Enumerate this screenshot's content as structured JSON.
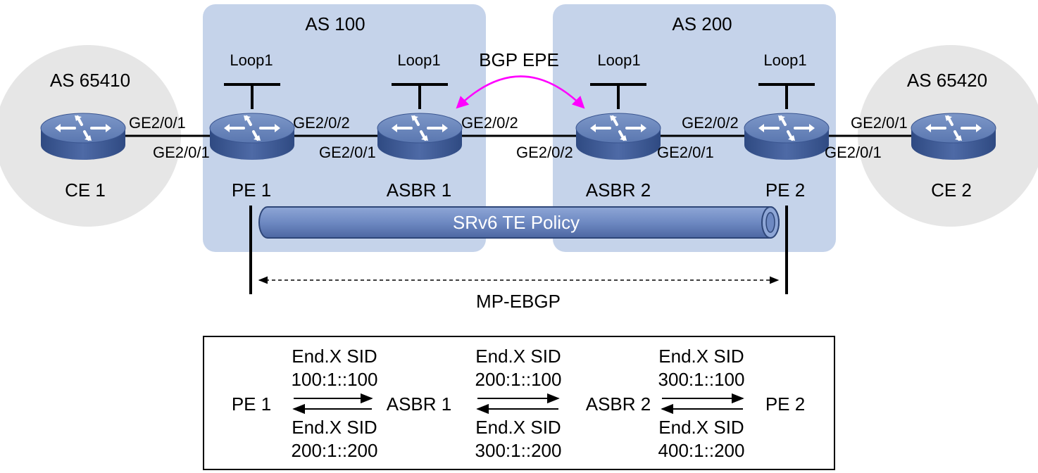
{
  "regions": {
    "as100": "AS 100",
    "as200": "AS 200",
    "as65410": "AS 65410",
    "as65420": "AS 65420"
  },
  "devices": {
    "ce1": "CE 1",
    "pe1": "PE 1",
    "asbr1": "ASBR 1",
    "asbr2": "ASBR 2",
    "pe2": "PE 2",
    "ce2": "CE 2"
  },
  "loopback": "Loop1",
  "interfaces": {
    "ce1_right": "GE2/0/1",
    "pe1_left": "GE2/0/1",
    "pe1_right": "GE2/0/2",
    "asbr1_left": "GE2/0/1",
    "asbr1_right": "GE2/0/2",
    "asbr2_left": "GE2/0/2",
    "asbr2_right": "GE2/0/1",
    "pe2_left": "GE2/0/2",
    "pe2_right": "GE2/0/1",
    "ce2_left": "GE2/0/1"
  },
  "bgp_epe": "BGP EPE",
  "tunnel": "SRv6 TE Policy",
  "mp_ebgp": "MP-EBGP",
  "sid_table": {
    "nodes": [
      "PE 1",
      "ASBR 1",
      "ASBR 2",
      "PE 2"
    ],
    "links": [
      {
        "forward_label": "End.X SID",
        "forward_sid": "100:1::100",
        "reverse_label": "End.X SID",
        "reverse_sid": "200:1::200"
      },
      {
        "forward_label": "End.X SID",
        "forward_sid": "200:1::100",
        "reverse_label": "End.X SID",
        "reverse_sid": "300:1::200"
      },
      {
        "forward_label": "End.X SID",
        "forward_sid": "300:1::100",
        "reverse_label": "End.X SID",
        "reverse_sid": "400:1::200"
      }
    ]
  },
  "colors": {
    "as_region": "#c5d3ea",
    "customer_region": "#e6e6e6",
    "router": "#5a78b0",
    "tunnel": "#6e89c2",
    "epe_arrow": "#ff00ff"
  }
}
